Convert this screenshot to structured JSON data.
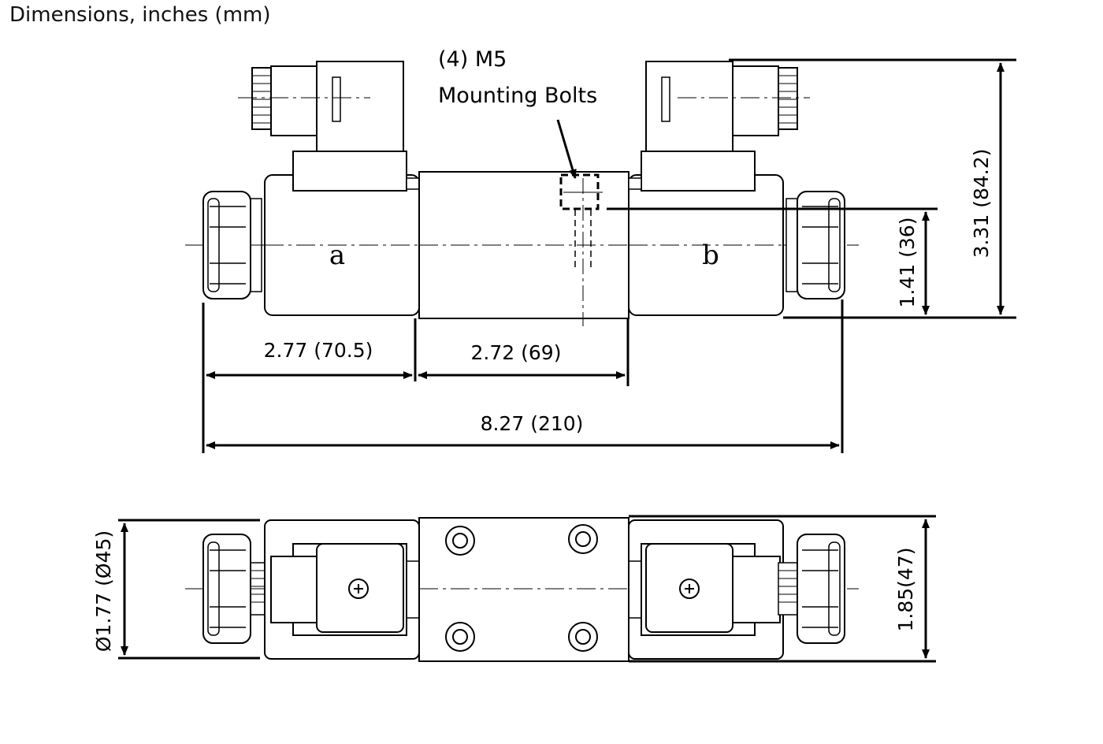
{
  "title": "Dimensions, inches (mm)",
  "callout": {
    "line1": "(4) M5",
    "line2": "Mounting Bolts"
  },
  "side_labels": {
    "left": "a",
    "right": "b"
  },
  "dimensions": {
    "total_height": "3.31 (84.2)",
    "center_height": "1.41 (36)",
    "left_length": "2.77 (70.5)",
    "body_length": "2.72 (69)",
    "overall_length": "8.27 (210)",
    "nut_diameter": "Ø1.77 (Ø45)",
    "width": "1.85(47)"
  }
}
